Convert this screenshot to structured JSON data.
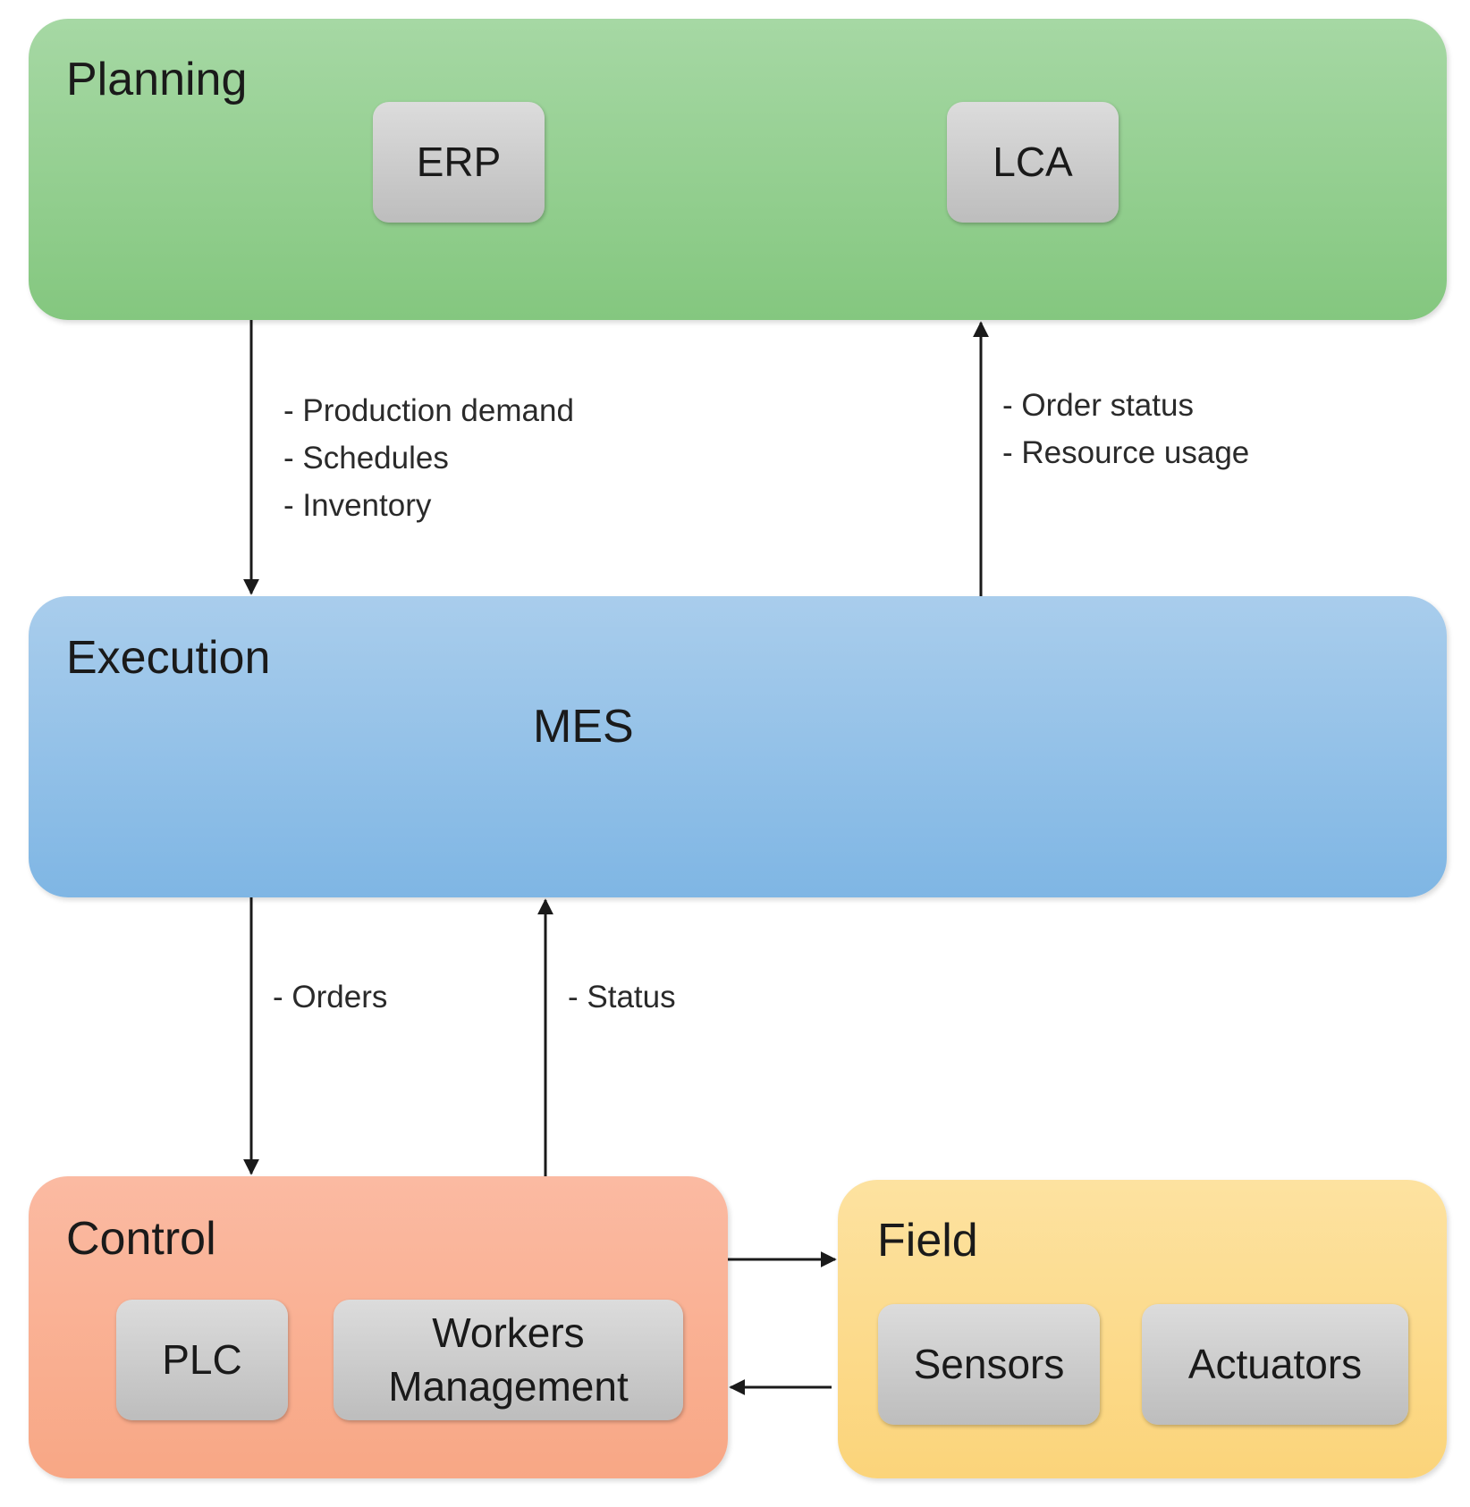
{
  "planning": {
    "title": "Planning",
    "components": [
      "ERP",
      "LCA"
    ]
  },
  "execution": {
    "title": "Execution",
    "system": "MES"
  },
  "control": {
    "title": "Control",
    "components": [
      "PLC",
      "Workers Management"
    ]
  },
  "field": {
    "title": "Field",
    "components": [
      "Sensors",
      "Actuators"
    ]
  },
  "flows": {
    "planning_to_execution": [
      "- Production demand",
      "- Schedules",
      "- Inventory"
    ],
    "execution_to_planning": [
      "- Order status",
      "- Resource usage"
    ],
    "execution_to_control": [
      "- Orders"
    ],
    "control_to_execution": [
      "- Status"
    ]
  }
}
